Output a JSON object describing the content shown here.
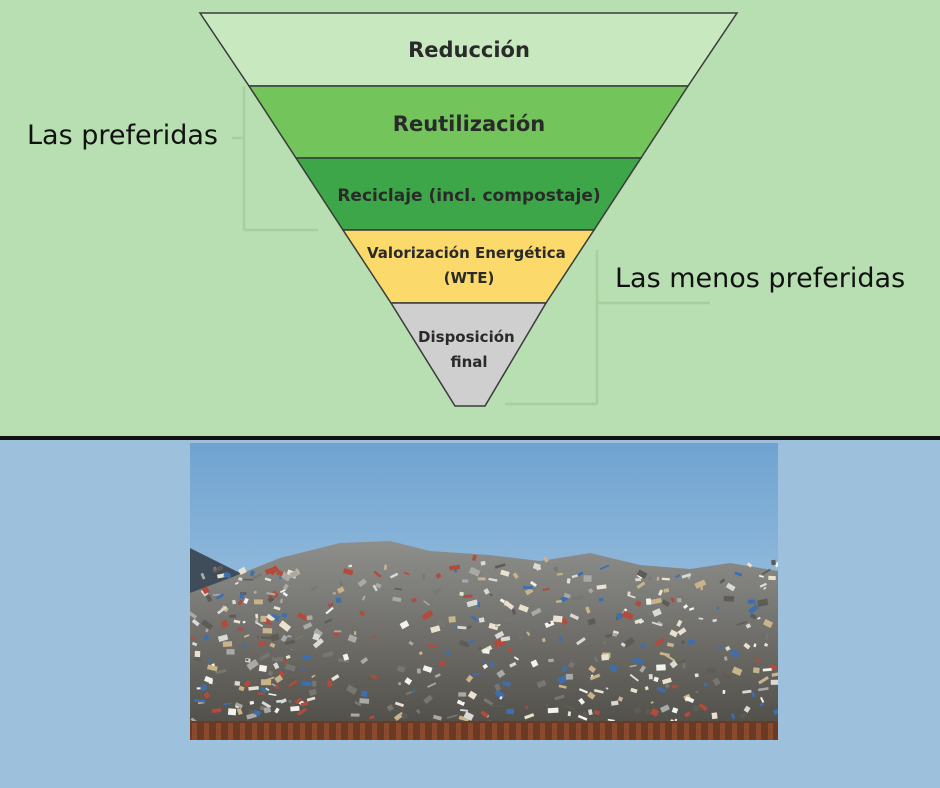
{
  "hierarchy": {
    "tiers": [
      {
        "label_lines": [
          "Reducción"
        ],
        "color": "#c8e9c0"
      },
      {
        "label_lines": [
          "Reutilización"
        ],
        "color": "#72c45b"
      },
      {
        "label_lines": [
          "Reciclaje (incl. compostaje)"
        ],
        "color": "#3da648"
      },
      {
        "label_lines": [
          "Valorización Energética",
          "(WTE)"
        ],
        "color": "#fbd96a"
      },
      {
        "label_lines": [
          "Disposición",
          "final"
        ],
        "color": "#cfcfcf"
      }
    ],
    "preferred_label": "Las preferidas",
    "least_preferred_label": "Las menos preferidas"
  },
  "colors": {
    "top_background": "#b7dfb1",
    "bottom_background": "#9dc1dd",
    "bracket": "#a5cf9c",
    "outline": "#3a3a3a"
  },
  "photo": {
    "subject": "scrap-metal-pile-photo"
  }
}
